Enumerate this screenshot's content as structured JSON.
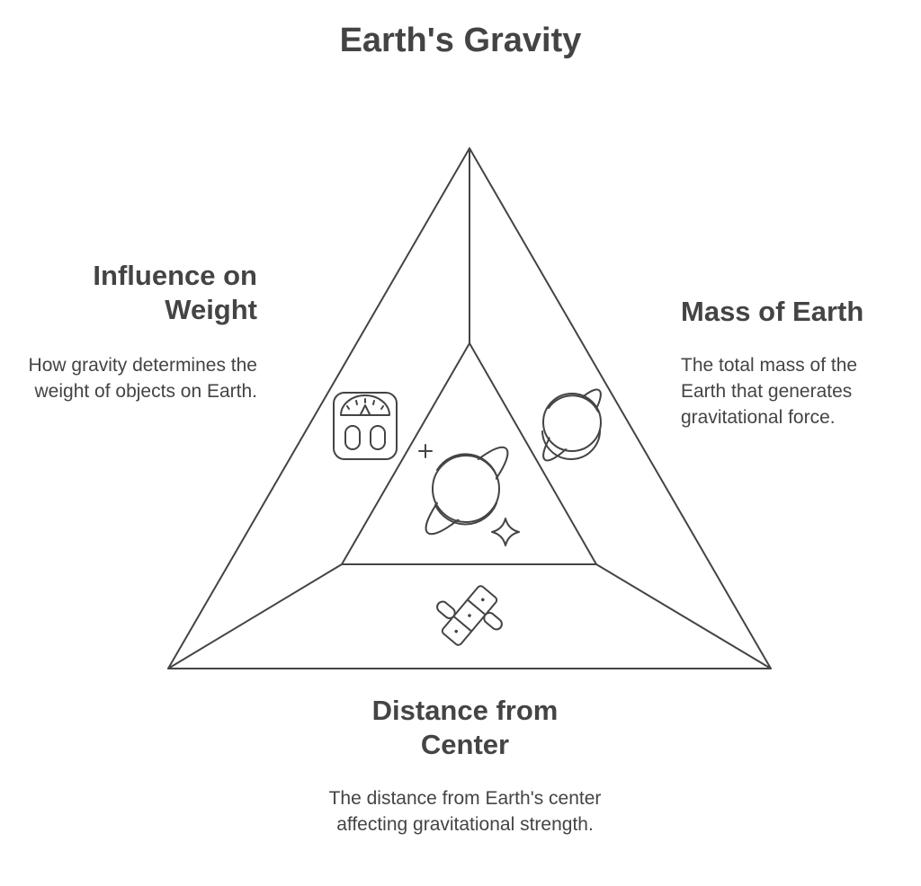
{
  "title": "Earth's Gravity",
  "sections": {
    "weight": {
      "heading": "Influence on Weight",
      "description": "How gravity determines the weight of objects on Earth.",
      "icon": "weight-scale-icon"
    },
    "mass": {
      "heading": "Mass of Earth",
      "description": "The total mass of the Earth that generates gravitational force.",
      "icon": "planet-icon"
    },
    "distance": {
      "heading": "Distance from Center",
      "description": "The distance from Earth's center affecting gravitational strength.",
      "icon": "satellite-icon"
    },
    "center": {
      "icon": "planet-with-sparkles-icon"
    }
  },
  "colors": {
    "text": "#444444",
    "stroke": "#444444",
    "background": "#ffffff"
  }
}
